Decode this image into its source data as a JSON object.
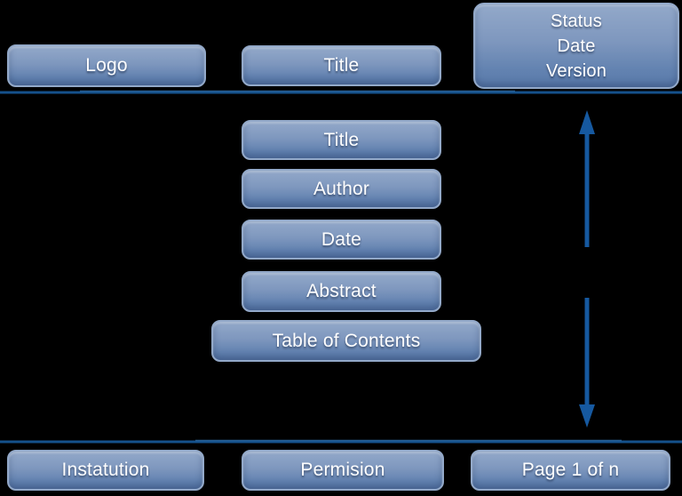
{
  "canvas": {
    "background": "#000000"
  },
  "colors": {
    "box_gradient_top": "#92a8c9",
    "box_gradient_middle": "#7e97be",
    "box_gradient_bottom": "#5a7aab",
    "box_border": "#93a9c9",
    "separator_line": "#15518b",
    "arrow": "#1659a0",
    "text": "#ffffff"
  },
  "header": {
    "logo_label": "Logo",
    "title_label": "Title",
    "status_lines": [
      "Status",
      "Date",
      "Version"
    ]
  },
  "body": {
    "items": [
      "Title",
      "Author",
      "Date",
      "Abstract",
      "Table of Contents"
    ]
  },
  "footer": {
    "institution_label": "Instatution",
    "permission_label": "Permision",
    "page_label": "Page 1 of n"
  }
}
